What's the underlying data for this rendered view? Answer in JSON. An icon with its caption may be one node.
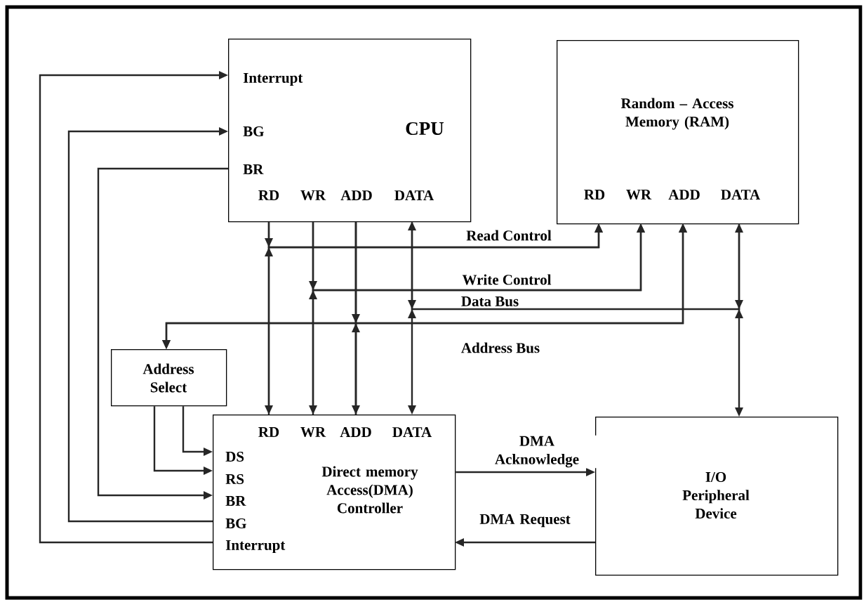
{
  "diagram": {
    "nodes": [
      {
        "text": [
          "Interrupt",
          "BG",
          "CPU",
          "BR",
          "RD",
          "WR",
          "ADD",
          "DATA"
        ]
      },
      {
        "text": [
          "Random – Access Memory (RAM)",
          "RD",
          "WR",
          "ADD",
          "DATA"
        ]
      },
      {
        "text": [
          "Address Select"
        ]
      },
      {
        "text": [
          "RD",
          "WR",
          "ADD",
          "DATA",
          "DS",
          "RS",
          "BR",
          "BG",
          "Interrupt",
          "Direct memory Access(DMA) Controller"
        ]
      },
      {
        "text": [
          "I/O Peripheral Device"
        ]
      }
    ],
    "edges": [
      {
        "from": 3,
        "to": 0,
        "arrow": "to"
      },
      {
        "from": 3,
        "to": 0,
        "arrow": "to"
      },
      {
        "from": 0,
        "to": 3,
        "arrow": "to"
      },
      {
        "from": 2,
        "to": 3,
        "arrow": "to"
      },
      {
        "from": 2,
        "to": 3,
        "arrow": "to"
      },
      {
        "from": 0,
        "to": 3,
        "arrow": "to"
      },
      {
        "from": 0,
        "to": 1,
        "arrow": "to",
        "label": "Read Control"
      },
      {
        "from": 3,
        "to": 1,
        "arrow": "to"
      },
      {
        "from": 0,
        "to": 3,
        "arrow": "to"
      },
      {
        "from": 0,
        "to": 1,
        "arrow": "to",
        "label": "Write Control"
      },
      {
        "from": 3,
        "to": 1,
        "arrow": "to"
      },
      {
        "from": 0,
        "to": 3,
        "arrow": "to"
      },
      {
        "from": 0,
        "to": 1,
        "arrow": "to",
        "label": "Address Bus"
      },
      {
        "from": 3,
        "to": 1,
        "arrow": "to"
      },
      {
        "from": 0,
        "to": 2,
        "arrow": "to"
      },
      {
        "from": 3,
        "to": 2,
        "arrow": "to"
      },
      {
        "from": 0,
        "to": 3,
        "arrow": "both"
      },
      {
        "from": 0,
        "to": 1,
        "arrow": "to",
        "label": "Data Bus"
      },
      {
        "from": 1,
        "to": 4,
        "arrow": "to"
      },
      {
        "from": 3,
        "to": 4,
        "arrow": "to",
        "label": "DMA Acknowledge"
      },
      {
        "from": 4,
        "to": 3,
        "arrow": "to",
        "label": "DMA Request"
      }
    ]
  }
}
